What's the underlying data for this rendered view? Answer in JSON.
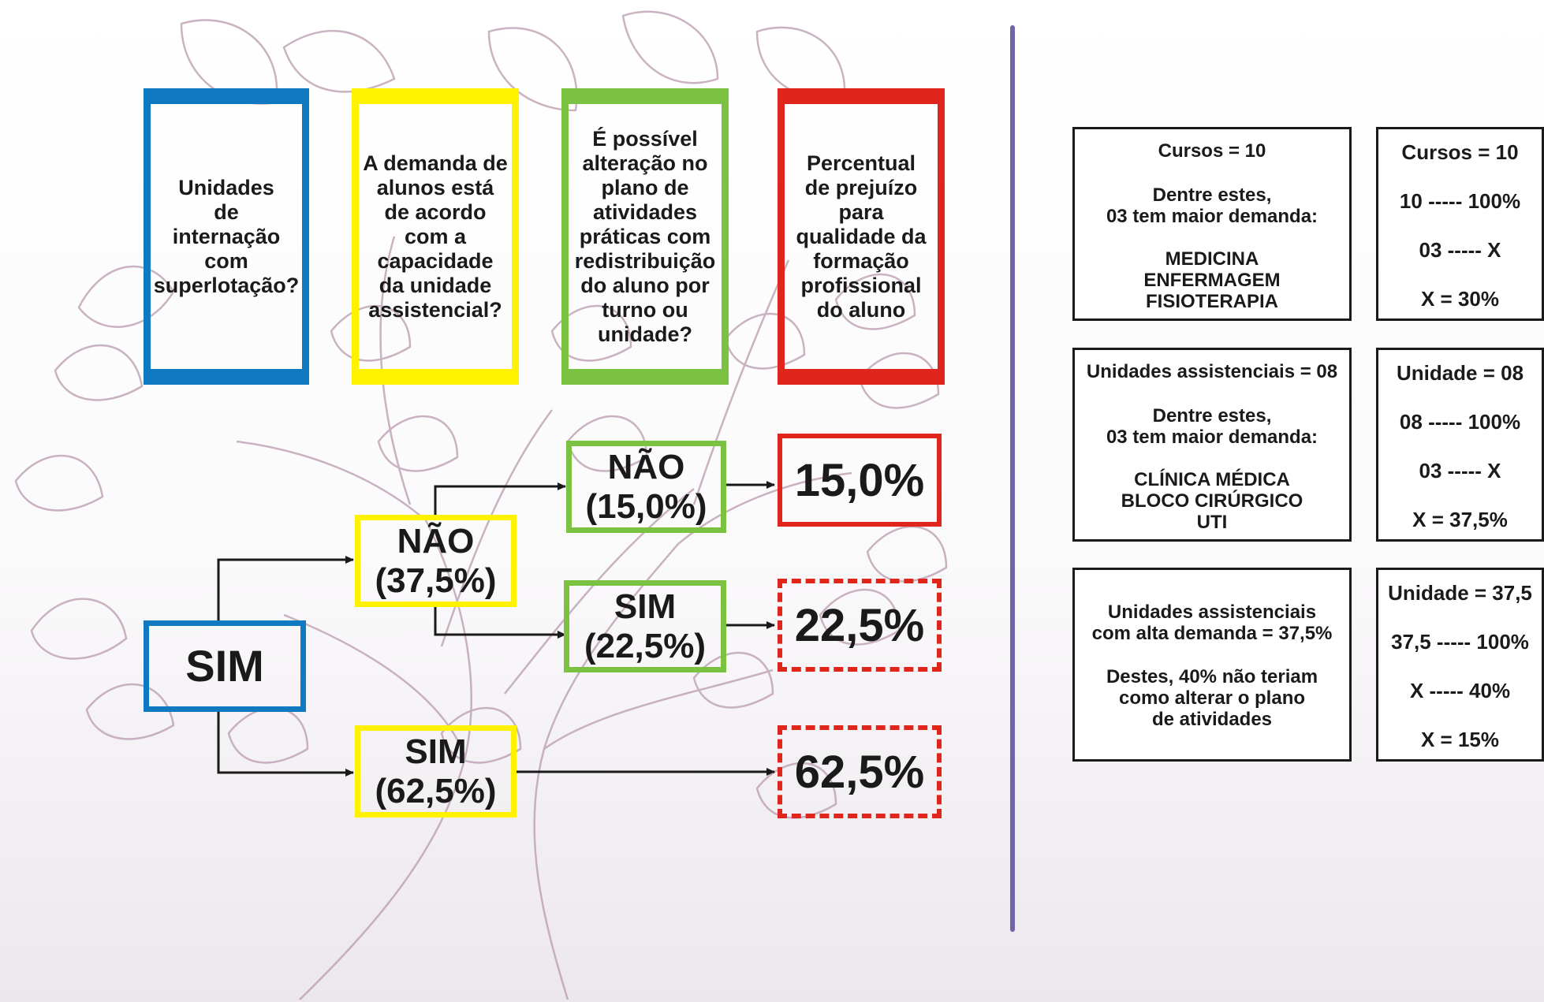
{
  "colors": {
    "blue": "#0f7ac2",
    "yellow": "#fff200",
    "green": "#7cc242",
    "red": "#e0261c",
    "divider": "#6e66a8"
  },
  "headers": [
    "Unidades\nde\ninternação\ncom\nsuperlotação?",
    "A demanda de\nalunos está\nde acordo\ncom a\ncapacidade\nda unidade\nassistencial?",
    "É possível\nalteração no\nplano de\natividades\npráticas com\nredistribuição\ndo aluno por\nturno ou\nunidade?",
    "Percentual\nde prejuízo\npara\nqualidade da\nformação\nprofissional\ndo aluno"
  ],
  "tree": {
    "root": "SIM",
    "level2": {
      "nao": "NÃO\n(37,5%)",
      "sim": "SIM\n(62,5%)"
    },
    "level3": {
      "nao": "NÃO\n(15,0%)",
      "sim": "SIM\n(22,5%)"
    },
    "results": [
      "15,0%",
      "22,5%",
      "62,5%"
    ]
  },
  "info_boxes": [
    {
      "lines": [
        "Cursos = 10",
        "Dentre estes,",
        "03 tem maior demanda:",
        "MEDICINA",
        "ENFERMAGEM",
        "FISIOTERAPIA"
      ]
    },
    {
      "lines": [
        "Unidades assistenciais = 08",
        "Dentre estes,",
        "03 tem maior demanda:",
        "CLÍNICA MÉDICA",
        "BLOCO CIRÚRGICO",
        "UTI"
      ]
    },
    {
      "lines": [
        "Unidades assistenciais",
        "com alta demanda = 37,5%",
        "Destes, 40% não teriam",
        "como alterar o plano",
        "de atividades"
      ]
    }
  ],
  "calc_boxes": [
    {
      "lines": [
        "Cursos = 10",
        "10 ----- 100%",
        "03 ----- X",
        "X = 30%"
      ]
    },
    {
      "lines": [
        "Unidade = 08",
        "08 ----- 100%",
        "03 ----- X",
        "X = 37,5%"
      ]
    },
    {
      "lines": [
        "Unidade = 37,5",
        "37,5 ----- 100%",
        "X ----- 40%",
        "X = 15%"
      ]
    }
  ]
}
